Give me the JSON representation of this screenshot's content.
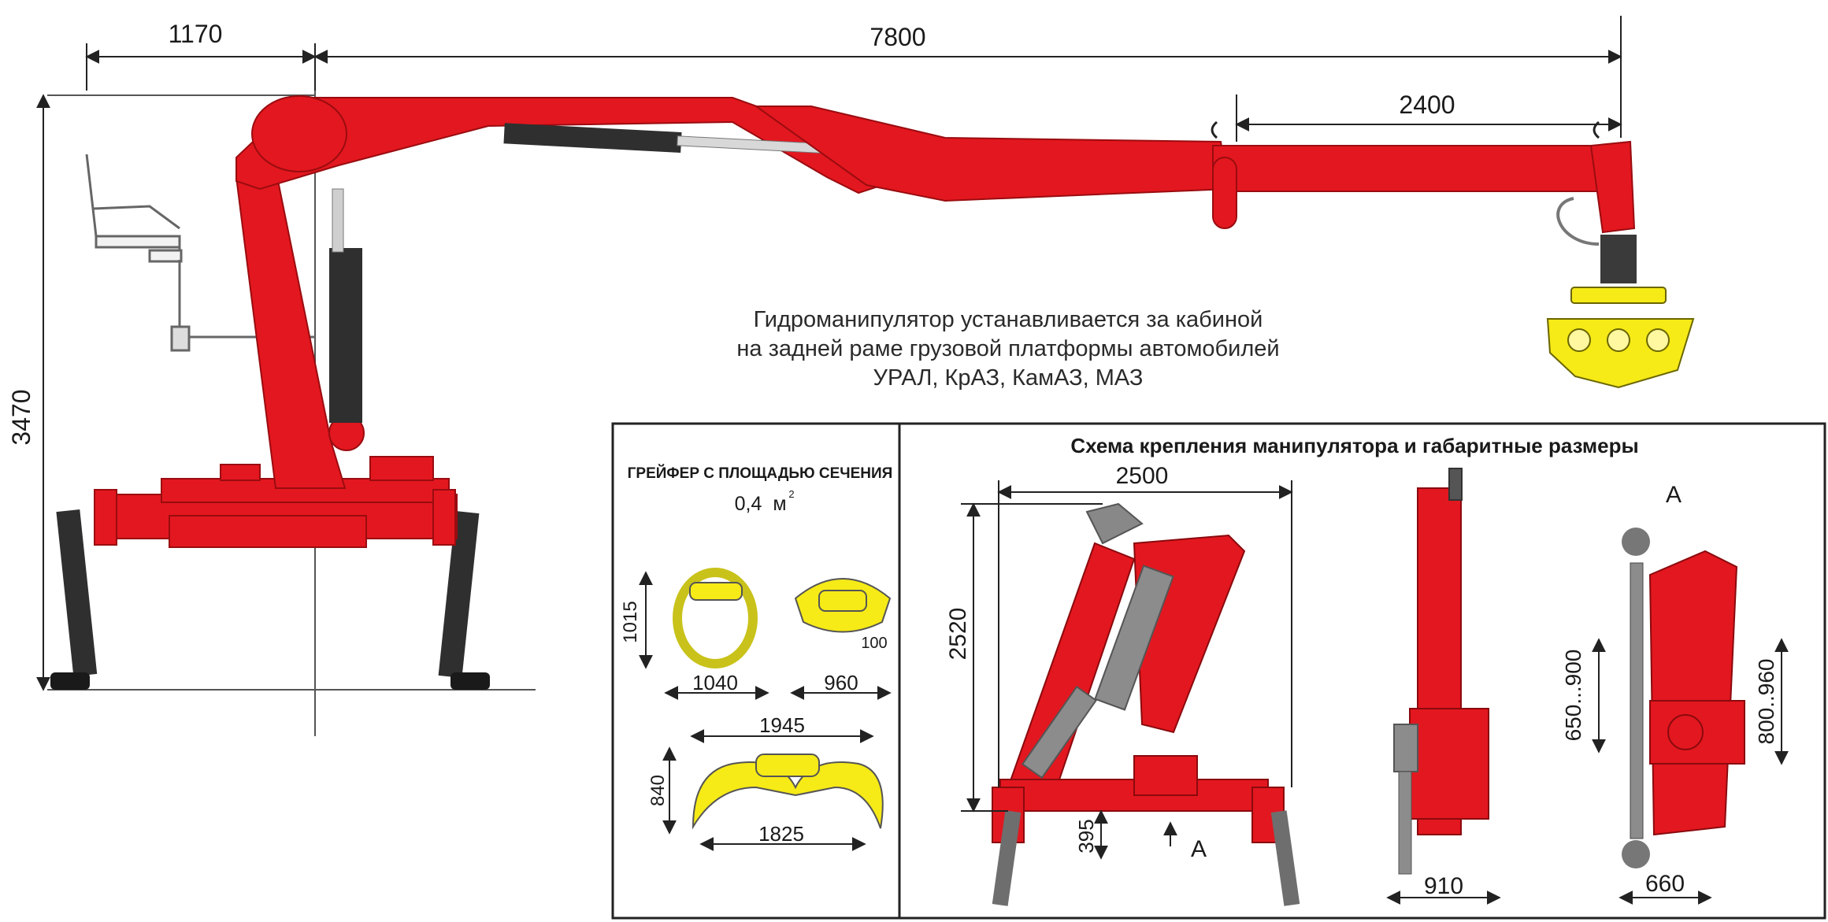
{
  "caption": {
    "line1": "Гидроманипулятор устанавливается за кабиной",
    "line2": "на задней раме грузовой платформы автомобилей",
    "line3": "УРАЛ, КрАЗ, КамАЗ, МАЗ"
  },
  "main_dimensions": {
    "column_offset": "1170",
    "reach": "7800",
    "extension": "2400",
    "height": "3470"
  },
  "grapple_panel": {
    "title": "ГРЕЙФЕР С ПЛОЩАДЬЮ СЕЧЕНИЯ",
    "area_value": "0,4",
    "area_unit": "м",
    "area_unit_sup": "2",
    "dims": {
      "g1_height": "1015",
      "g1_width": "1040",
      "g2_width": "960",
      "g2_small": "100",
      "g3_top": "1945",
      "g3_height": "840",
      "g3_bottom": "1825"
    }
  },
  "mount_panel": {
    "title": "Схема крепления манипулятора и габаритные размеры",
    "dims": {
      "width": "2500",
      "height": "2520",
      "base": "395",
      "view_label": "A",
      "arrow_label": "A",
      "side_width": "910",
      "front_width": "660",
      "left_range": "650...900",
      "right_range": "800..960"
    }
  },
  "colors": {
    "crane_red": "#e3171f",
    "crane_dark": "#b40f15",
    "grapple_yellow": "#f6ea17",
    "cylinder": "#2f2f2f",
    "line": "#333333"
  }
}
